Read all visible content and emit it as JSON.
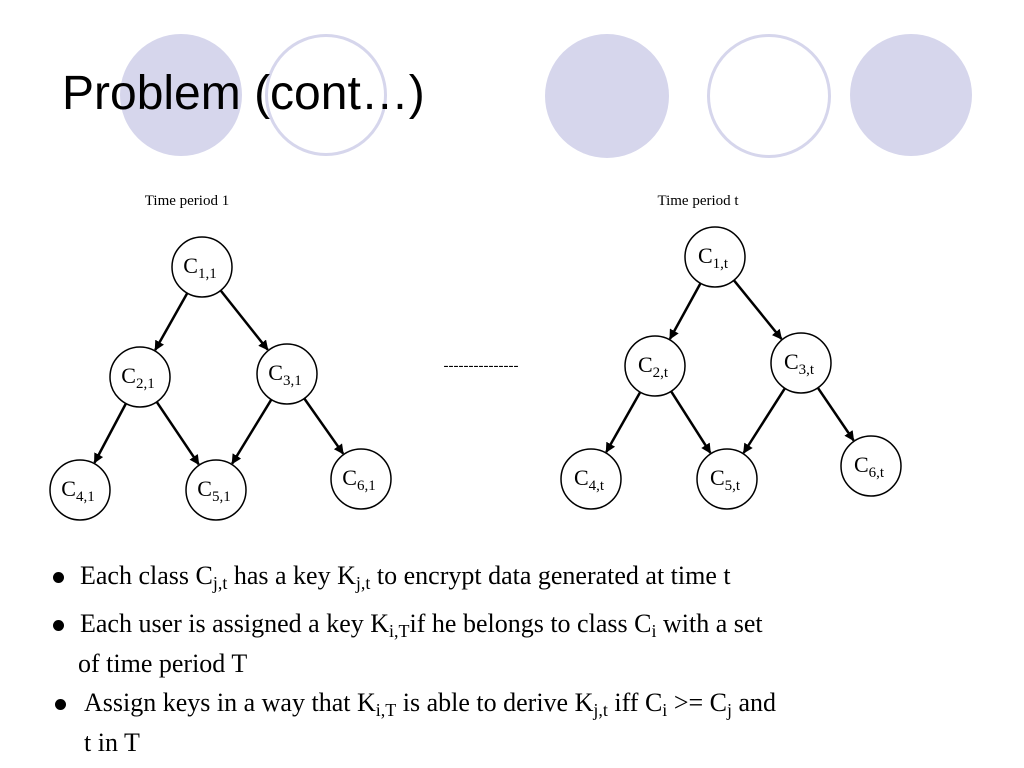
{
  "slide": {
    "title": "Problem (cont…)",
    "decor_color": "#d6d6ec"
  },
  "diagram": {
    "period_labels": [
      "Time period 1",
      "Time period t"
    ],
    "separator": "---------------",
    "trees": [
      {
        "nodes": [
          {
            "id": "n1",
            "base": "C",
            "sub": "1,1"
          },
          {
            "id": "n2",
            "base": "C",
            "sub": "2,1"
          },
          {
            "id": "n3",
            "base": "C",
            "sub": "3,1"
          },
          {
            "id": "n4",
            "base": "C",
            "sub": "4,1"
          },
          {
            "id": "n5",
            "base": "C",
            "sub": "5,1"
          },
          {
            "id": "n6",
            "base": "C",
            "sub": "6,1"
          }
        ],
        "edges": [
          [
            "n1",
            "n2"
          ],
          [
            "n1",
            "n3"
          ],
          [
            "n2",
            "n4"
          ],
          [
            "n2",
            "n5"
          ],
          [
            "n3",
            "n5"
          ],
          [
            "n3",
            "n6"
          ]
        ]
      },
      {
        "nodes": [
          {
            "id": "n1",
            "base": "C",
            "sub": "1,t"
          },
          {
            "id": "n2",
            "base": "C",
            "sub": "2,t"
          },
          {
            "id": "n3",
            "base": "C",
            "sub": "3,t"
          },
          {
            "id": "n4",
            "base": "C",
            "sub": "4,t"
          },
          {
            "id": "n5",
            "base": "C",
            "sub": "5,t"
          },
          {
            "id": "n6",
            "base": "C",
            "sub": "6,t"
          }
        ],
        "edges": [
          [
            "n1",
            "n2"
          ],
          [
            "n1",
            "n3"
          ],
          [
            "n2",
            "n4"
          ],
          [
            "n2",
            "n5"
          ],
          [
            "n3",
            "n5"
          ],
          [
            "n3",
            "n6"
          ]
        ]
      }
    ]
  },
  "bullets": {
    "b1": {
      "t1": "Each class C",
      "s1": "j,t",
      "t2": " has a key K",
      "s2": "j,t",
      "t3": " to encrypt data generated at time t"
    },
    "b2": {
      "t1": "Each user is assigned a key K",
      "s1": "i,T",
      "t2": "if he belongs to class C",
      "s2": "i",
      "t3": " with a set",
      "line2": "of time period T"
    },
    "b3": {
      "t1": "Assign keys in a way that K",
      "s1": "i,T",
      "t2": " is able to derive K",
      "s2": "j,t",
      "t3": " iff C",
      "s3": "i",
      "t4": " >= C",
      "s4": "j",
      "t5": " and",
      "line2": "t in T"
    }
  }
}
